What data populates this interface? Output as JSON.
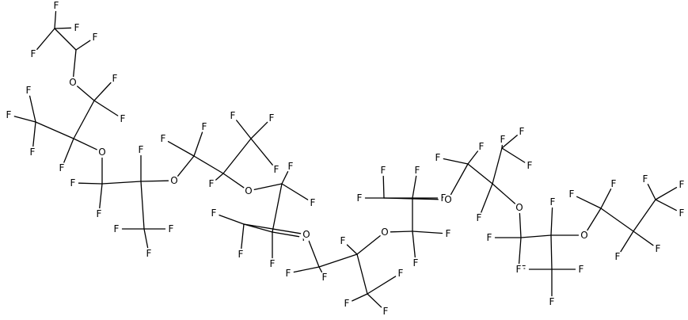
{
  "molecule": {
    "atoms": [
      {
        "id": "F1",
        "el": "F"
      },
      {
        "id": "F2",
        "el": "F"
      },
      {
        "id": "F3",
        "el": "F"
      },
      {
        "id": "C1",
        "el": "C"
      },
      {
        "id": "C2",
        "el": "C"
      },
      {
        "id": "F4",
        "el": "F"
      },
      {
        "id": "O1",
        "el": "O"
      },
      {
        "id": "C3",
        "el": "C"
      },
      {
        "id": "F5",
        "el": "F"
      },
      {
        "id": "F6",
        "el": "F"
      },
      {
        "id": "C4",
        "el": "C"
      },
      {
        "id": "C5",
        "el": "C"
      },
      {
        "id": "F7",
        "el": "F"
      },
      {
        "id": "F8",
        "el": "F"
      },
      {
        "id": "F9",
        "el": "F"
      },
      {
        "id": "F10",
        "el": "F"
      },
      {
        "id": "O2",
        "el": "O"
      },
      {
        "id": "C6",
        "el": "C"
      },
      {
        "id": "F11",
        "el": "F"
      },
      {
        "id": "F12",
        "el": "F"
      },
      {
        "id": "C7",
        "el": "C"
      },
      {
        "id": "F13",
        "el": "F"
      },
      {
        "id": "C8",
        "el": "C"
      },
      {
        "id": "F14",
        "el": "F"
      },
      {
        "id": "F15",
        "el": "F"
      },
      {
        "id": "F16",
        "el": "F"
      },
      {
        "id": "O3",
        "el": "O"
      },
      {
        "id": "C9",
        "el": "C"
      },
      {
        "id": "F17",
        "el": "F"
      },
      {
        "id": "F18",
        "el": "F"
      },
      {
        "id": "C10",
        "el": "C"
      },
      {
        "id": "F19",
        "el": "F"
      },
      {
        "id": "C11",
        "el": "C"
      },
      {
        "id": "F20",
        "el": "F"
      },
      {
        "id": "F21",
        "el": "F"
      },
      {
        "id": "F22",
        "el": "F"
      },
      {
        "id": "O4",
        "el": "O"
      },
      {
        "id": "C12",
        "el": "C"
      },
      {
        "id": "F23",
        "el": "F"
      },
      {
        "id": "F24",
        "el": "F"
      },
      {
        "id": "C13",
        "el": "C"
      },
      {
        "id": "F25",
        "el": "F"
      },
      {
        "id": "F26",
        "el": "F"
      },
      {
        "id": "C14",
        "el": "C"
      },
      {
        "id": "F27",
        "el": "F"
      },
      {
        "id": "F28",
        "el": "F"
      },
      {
        "id": "O5",
        "el": "O"
      },
      {
        "id": "C15",
        "el": "C"
      },
      {
        "id": "F29",
        "el": "F"
      },
      {
        "id": "F30",
        "el": "F"
      },
      {
        "id": "C16",
        "el": "C"
      },
      {
        "id": "F31",
        "el": "F"
      },
      {
        "id": "C17",
        "el": "C"
      },
      {
        "id": "F32",
        "el": "F"
      },
      {
        "id": "F33",
        "el": "F"
      },
      {
        "id": "F34",
        "el": "F"
      },
      {
        "id": "O6",
        "el": "O"
      },
      {
        "id": "C18",
        "el": "C"
      },
      {
        "id": "F35",
        "el": "F"
      },
      {
        "id": "F36",
        "el": "F"
      },
      {
        "id": "C19",
        "el": "C"
      },
      {
        "id": "F37",
        "el": "F"
      },
      {
        "id": "F38",
        "el": "F"
      },
      {
        "id": "C20",
        "el": "C"
      },
      {
        "id": "F39",
        "el": "F"
      },
      {
        "id": "F40",
        "el": "F"
      },
      {
        "id": "O7",
        "el": "O"
      },
      {
        "id": "C21",
        "el": "C"
      },
      {
        "id": "F41",
        "el": "F"
      },
      {
        "id": "F42",
        "el": "F"
      },
      {
        "id": "C22",
        "el": "C"
      },
      {
        "id": "F43",
        "el": "F"
      },
      {
        "id": "C23",
        "el": "C"
      },
      {
        "id": "F44",
        "el": "F"
      },
      {
        "id": "F45",
        "el": "F"
      },
      {
        "id": "F46",
        "el": "F"
      },
      {
        "id": "O8",
        "el": "O"
      },
      {
        "id": "C24",
        "el": "C"
      },
      {
        "id": "F47",
        "el": "F"
      },
      {
        "id": "C25",
        "el": "C"
      },
      {
        "id": "F48",
        "el": "F"
      },
      {
        "id": "C26",
        "el": "C"
      },
      {
        "id": "F49",
        "el": "F"
      },
      {
        "id": "F50",
        "el": "F"
      },
      {
        "id": "F51",
        "el": "F"
      },
      {
        "id": "O9",
        "el": "O"
      },
      {
        "id": "C27",
        "el": "C"
      },
      {
        "id": "F52",
        "el": "F"
      },
      {
        "id": "F53",
        "el": "F"
      },
      {
        "id": "C28",
        "el": "C"
      },
      {
        "id": "F54",
        "el": "F"
      },
      {
        "id": "F55",
        "el": "F"
      },
      {
        "id": "C29",
        "el": "C"
      },
      {
        "id": "F56",
        "el": "F"
      },
      {
        "id": "F57",
        "el": "F"
      },
      {
        "id": "F58",
        "el": "F"
      },
      {
        "id": "F59",
        "el": "F"
      }
    ],
    "bonds": [
      [
        "C1",
        "F1"
      ],
      [
        "C1",
        "F2"
      ],
      [
        "C1",
        "F3"
      ],
      [
        "C1",
        "C2"
      ],
      [
        "C2",
        "F4"
      ],
      [
        "C2",
        "O1"
      ],
      [
        "O1",
        "C3"
      ],
      [
        "C3",
        "F5"
      ],
      [
        "C3",
        "F6"
      ],
      [
        "C3",
        "C4"
      ],
      [
        "C4",
        "C5"
      ],
      [
        "C5",
        "F7"
      ],
      [
        "C5",
        "F8"
      ],
      [
        "C5",
        "F9"
      ],
      [
        "C4",
        "F10"
      ],
      [
        "C4",
        "O2"
      ],
      [
        "O2",
        "C6"
      ],
      [
        "C6",
        "F11"
      ],
      [
        "C6",
        "F12"
      ],
      [
        "C6",
        "C7"
      ],
      [
        "C7",
        "F13"
      ],
      [
        "C7",
        "C8"
      ],
      [
        "C8",
        "F14"
      ],
      [
        "C8",
        "F15"
      ],
      [
        "C8",
        "F16"
      ],
      [
        "C7",
        "O3"
      ],
      [
        "O3",
        "C9"
      ],
      [
        "C9",
        "F17"
      ],
      [
        "C9",
        "F18"
      ],
      [
        "C9",
        "C10"
      ],
      [
        "C10",
        "F19"
      ],
      [
        "C10",
        "C11"
      ],
      [
        "C11",
        "F20"
      ],
      [
        "C11",
        "F21"
      ],
      [
        "C11",
        "F22"
      ],
      [
        "C10",
        "O4"
      ],
      [
        "O4",
        "C12"
      ],
      [
        "C12",
        "F23"
      ],
      [
        "C12",
        "F24"
      ],
      [
        "C12",
        "C13"
      ],
      [
        "C13",
        "F25"
      ],
      [
        "C13",
        "F26"
      ],
      [
        "C13",
        "C14"
      ],
      [
        "C14",
        "F27"
      ],
      [
        "C14",
        "F28"
      ],
      [
        "C14",
        "O5"
      ],
      [
        "O5",
        "C15"
      ],
      [
        "C15",
        "F29"
      ],
      [
        "C15",
        "F30"
      ],
      [
        "C15",
        "C16"
      ],
      [
        "C16",
        "F31"
      ],
      [
        "C16",
        "C17"
      ],
      [
        "C17",
        "F32"
      ],
      [
        "C17",
        "F33"
      ],
      [
        "C17",
        "F34"
      ],
      [
        "C16",
        "O6"
      ],
      [
        "O6",
        "C18"
      ],
      [
        "C18",
        "F35"
      ],
      [
        "C18",
        "F36"
      ],
      [
        "C18",
        "C19"
      ],
      [
        "C19",
        "F37"
      ],
      [
        "C19",
        "F38"
      ],
      [
        "C19",
        "C20"
      ],
      [
        "C20",
        "F39"
      ],
      [
        "C20",
        "F40"
      ],
      [
        "C20",
        "O7"
      ],
      [
        "O7",
        "C21"
      ],
      [
        "C21",
        "F41"
      ],
      [
        "C21",
        "F42"
      ],
      [
        "C21",
        "C22"
      ],
      [
        "C22",
        "F43"
      ],
      [
        "C22",
        "C23"
      ],
      [
        "C23",
        "F44"
      ],
      [
        "C23",
        "F45"
      ],
      [
        "C23",
        "F46"
      ],
      [
        "C22",
        "O8"
      ],
      [
        "O8",
        "C24"
      ],
      [
        "C24",
        "F47"
      ],
      [
        "C24",
        "C25"
      ],
      [
        "C25",
        "F48"
      ],
      [
        "C25",
        "C26"
      ],
      [
        "C26",
        "F49"
      ],
      [
        "C26",
        "F50"
      ],
      [
        "C26",
        "F51"
      ],
      [
        "C25",
        "O9"
      ],
      [
        "O9",
        "C27"
      ],
      [
        "C27",
        "F52"
      ],
      [
        "C27",
        "F53"
      ],
      [
        "C27",
        "C28"
      ],
      [
        "C28",
        "F54"
      ],
      [
        "C28",
        "F55"
      ],
      [
        "C28",
        "C29"
      ],
      [
        "C29",
        "F56"
      ],
      [
        "C29",
        "F57"
      ],
      [
        "C29",
        "F58"
      ],
      [
        "C24",
        "F59"
      ]
    ]
  }
}
